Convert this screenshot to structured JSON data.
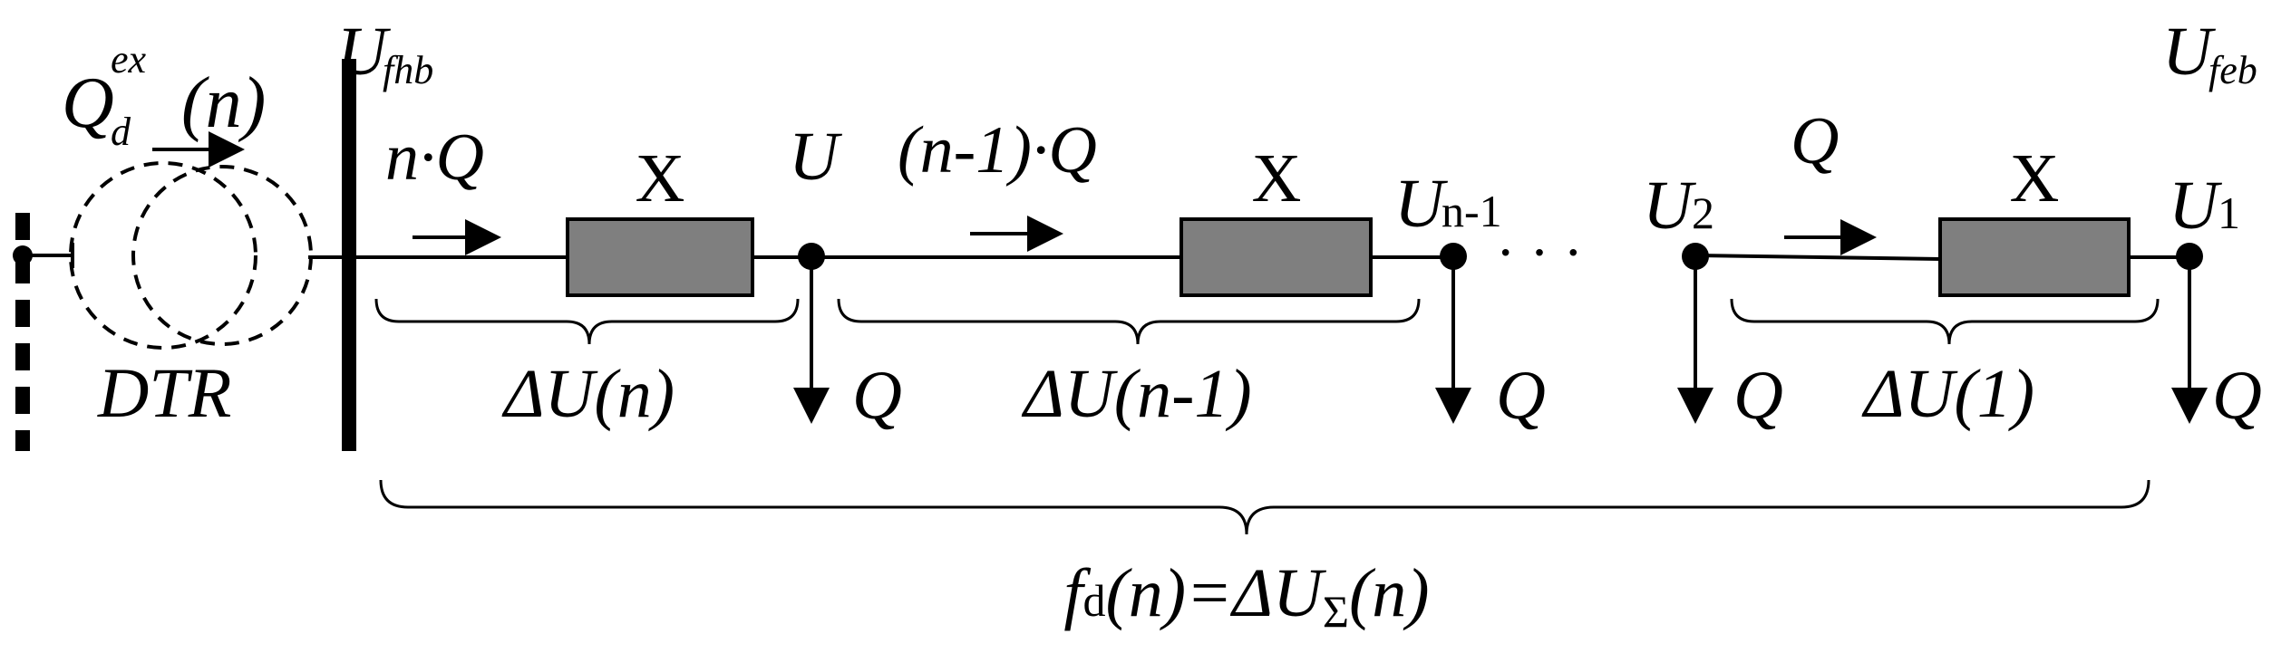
{
  "colors": {
    "line": "#000000",
    "reactance_fill": "#7f7f7f",
    "background": "#ffffff"
  },
  "labels": {
    "q_main": "Q",
    "q_sub": "d",
    "q_sup": "ex",
    "q_arg": "(n)",
    "dtr": "DTR",
    "u_fhb_main": "U",
    "u_fhb_sub": "fhb",
    "u_feb_main": "U",
    "u_feb_sub": "feb",
    "flow_n": "n·Q",
    "flow_n1": "(n-1)·Q",
    "flow_1": "Q",
    "x1": "X",
    "x2": "X",
    "x3": "X",
    "node_u": "U",
    "node_un1_main": "U",
    "node_un1_sub": "n-1",
    "node_u2_main": "U",
    "node_u2_sub": "2",
    "node_u1_main": "U",
    "node_u1_sub": "1",
    "dots": "· · ·",
    "du_n": "ΔU(n)",
    "du_n1": "ΔU(n-1)",
    "du_1": "ΔU(1)",
    "load_q1": "Q",
    "load_q2": "Q",
    "load_q3": "Q",
    "load_q4": "Q",
    "fd_main": "f",
    "fd_sub": "d",
    "fd_eq": "(n)=ΔU",
    "fd_sigma": "Σ",
    "fd_arg": "(n)"
  }
}
